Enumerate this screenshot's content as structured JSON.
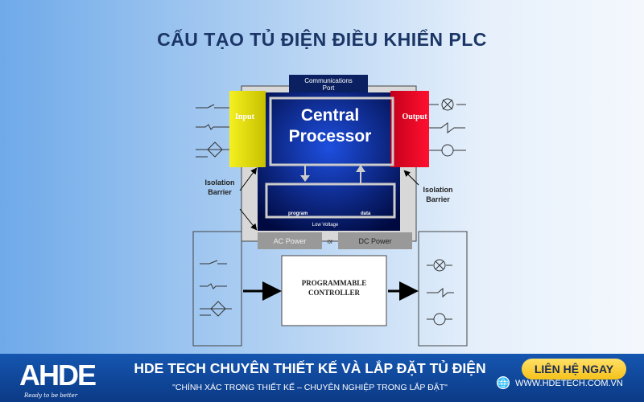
{
  "title": "CẤU TẠO TỦ ĐIỆN ĐIỀU KHIỂN PLC",
  "diagram": {
    "comm_port_1": "Communications",
    "comm_port_2": "Port",
    "input": "Input",
    "output": "Output",
    "cpu_1": "Central",
    "cpu_2": "Processor",
    "program": "program",
    "data": "data",
    "low_voltage": "Low Voltage",
    "iso_1": "Isolation",
    "iso_2": "Barrier",
    "ac_power": "AC Power",
    "or": "or",
    "dc_power": "DC Power",
    "plc_1": "PROGRAMMABLE",
    "plc_2": "CONTROLLER"
  },
  "footer": {
    "logo": "AHDE",
    "logo_tag": "Ready to be better",
    "headline": "HDE TECH CHUYÊN THIẾT KẾ VÀ LẮP ĐẶT TỦ ĐIỆN",
    "slogan": "\"CHÍNH XÁC TRONG THIẾT KẾ – CHUYÊN NGHIỆP TRONG LẮP ĐẶT\"",
    "cta": "LIÊN HỆ NGAY",
    "url": "WWW.HDETECH.COM.VN"
  }
}
